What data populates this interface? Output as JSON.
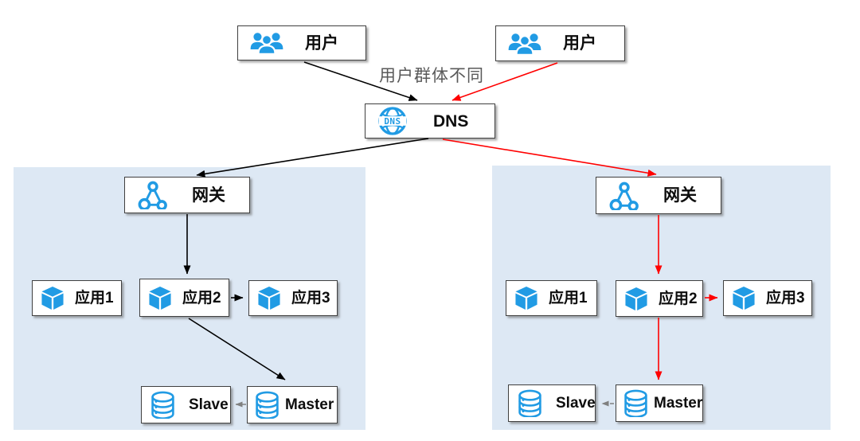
{
  "diagram": {
    "annotation": "用户群体不同",
    "nodes": {
      "user_left": {
        "label": "用户",
        "icon": "users-icon"
      },
      "user_right": {
        "label": "用户",
        "icon": "users-icon"
      },
      "dns": {
        "label": "DNS",
        "icon": "dns-globe-icon"
      },
      "left_panel": {
        "gateway": {
          "label": "网关",
          "icon": "network-triangle-icon"
        },
        "app1": {
          "label": "应用1",
          "icon": "cube-icon"
        },
        "app2": {
          "label": "应用2",
          "icon": "cube-icon"
        },
        "app3": {
          "label": "应用3",
          "icon": "cube-icon"
        },
        "slave": {
          "label": "Slave",
          "icon": "database-icon"
        },
        "master": {
          "label": "Master",
          "icon": "database-icon"
        }
      },
      "right_panel": {
        "gateway": {
          "label": "网关",
          "icon": "network-triangle-icon"
        },
        "app1": {
          "label": "应用1",
          "icon": "cube-icon"
        },
        "app2": {
          "label": "应用2",
          "icon": "cube-icon"
        },
        "app3": {
          "label": "应用3",
          "icon": "cube-icon"
        },
        "slave": {
          "label": "Slave",
          "icon": "database-icon"
        },
        "master": {
          "label": "Master",
          "icon": "database-icon"
        }
      }
    },
    "edges": [
      {
        "from": "user_left",
        "to": "dns",
        "color": "black",
        "style": "solid"
      },
      {
        "from": "user_right",
        "to": "dns",
        "color": "red",
        "style": "solid"
      },
      {
        "from": "dns",
        "to": "left_panel.gateway",
        "color": "black",
        "style": "solid"
      },
      {
        "from": "dns",
        "to": "right_panel.gateway",
        "color": "red",
        "style": "solid"
      },
      {
        "from": "left_panel.gateway",
        "to": "left_panel.app2",
        "color": "black",
        "style": "solid"
      },
      {
        "from": "left_panel.app2",
        "to": "left_panel.app3",
        "color": "black",
        "style": "solid"
      },
      {
        "from": "left_panel.app2",
        "to": "left_panel.master",
        "color": "black",
        "style": "solid"
      },
      {
        "from": "left_panel.master",
        "to": "left_panel.slave",
        "color": "gray",
        "style": "dashed"
      },
      {
        "from": "right_panel.gateway",
        "to": "right_panel.app2",
        "color": "red",
        "style": "solid"
      },
      {
        "from": "right_panel.app2",
        "to": "right_panel.app3",
        "color": "red",
        "style": "solid"
      },
      {
        "from": "right_panel.app2",
        "to": "right_panel.master",
        "color": "red",
        "style": "solid"
      },
      {
        "from": "right_panel.master",
        "to": "right_panel.slave",
        "color": "gray",
        "style": "dashed"
      }
    ],
    "colors": {
      "icon_blue": "#219BE4",
      "panel_bg": "#DDE8F4",
      "arrow_black": "#000000",
      "arrow_red": "#FF0000",
      "arrow_gray": "#808080",
      "annotation_gray": "#595959",
      "box_border": "#404040"
    }
  }
}
